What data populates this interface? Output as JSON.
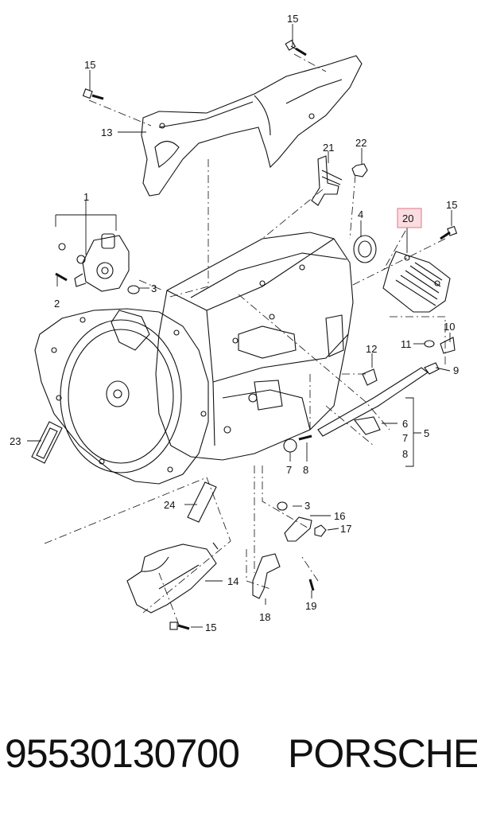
{
  "callouts": {
    "c1": "1",
    "c2": "2",
    "c3a": "3",
    "c3b": "3",
    "c4": "4",
    "c5": "5",
    "c6": "6",
    "c7a": "7",
    "c7b": "7",
    "c8a": "8",
    "c8b": "8",
    "c9": "9",
    "c10": "10",
    "c11": "11",
    "c12": "12",
    "c13": "13",
    "c14": "14",
    "c15a": "15",
    "c15b": "15",
    "c15c": "15",
    "c15d": "15",
    "c16": "16",
    "c17": "17",
    "c18": "18",
    "c19": "19",
    "c20": "20",
    "c21": "21",
    "c22": "22",
    "c23": "23",
    "c24": "24"
  },
  "highlight_color": "#e88a96",
  "highlight_fill": "#f9dde1",
  "footer": {
    "part_number": "95530130700",
    "brand": "PORSCHE"
  }
}
